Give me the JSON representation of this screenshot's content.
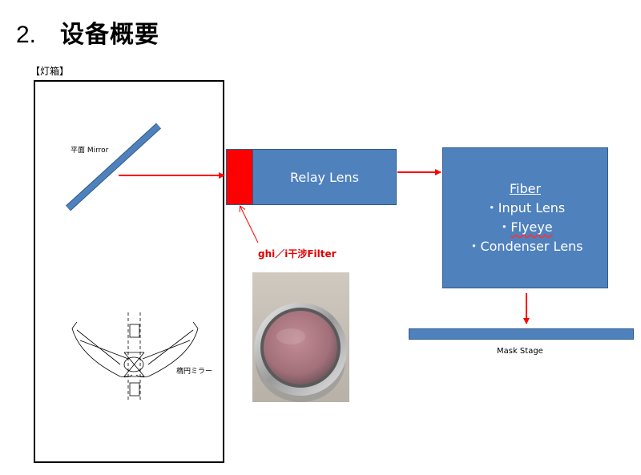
{
  "slide": {
    "number": "2.",
    "title": "设备概要"
  },
  "lamp": {
    "label": "【灯箱】",
    "mirror_label": "平面 Mirror",
    "ellipse_label": "楕円ミラー"
  },
  "relay": {
    "label": "Relay Lens"
  },
  "filter": {
    "label": "ghi／i干涉Filter"
  },
  "fiber": {
    "title": "Fiber",
    "items": [
      "・Input Lens",
      "・",
      "Flyeye",
      "・Condenser Lens"
    ]
  },
  "mask": {
    "label": "Mask Stage"
  },
  "colors": {
    "box": "#4f81bd",
    "arrow": "#ff0000",
    "filter": "#ff0000"
  }
}
